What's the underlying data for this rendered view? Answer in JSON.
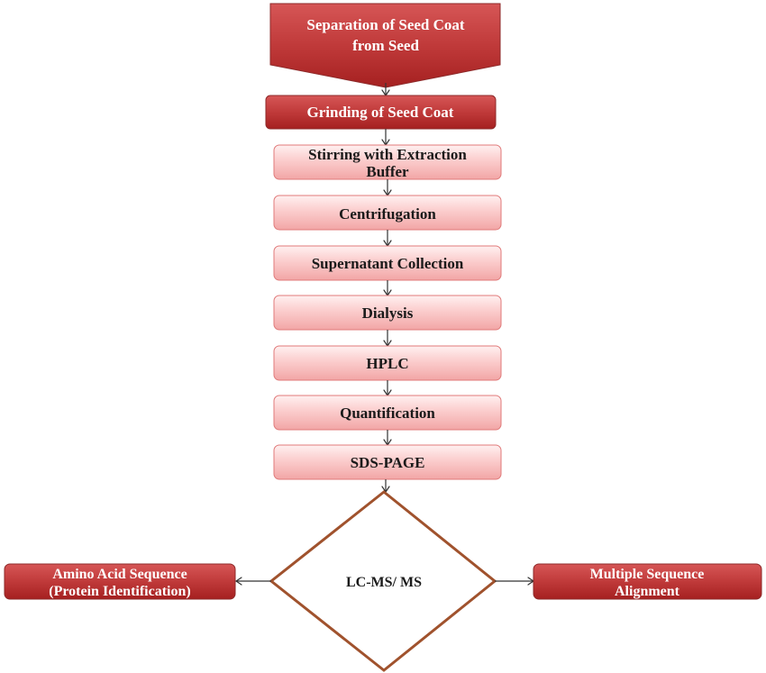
{
  "diagram": {
    "top_step": {
      "line1": "Separation of Seed Coat",
      "line2": "from Seed"
    },
    "grinding": {
      "label": "Grinding of Seed Coat"
    },
    "steps": [
      {
        "line1": "Stirring with Extraction",
        "line2": "Buffer"
      },
      {
        "line1": "Centrifugation",
        "line2": ""
      },
      {
        "line1": "Supernatant Collection",
        "line2": ""
      },
      {
        "line1": "Dialysis",
        "line2": ""
      },
      {
        "line1": "HPLC",
        "line2": ""
      },
      {
        "line1": "Quantification",
        "line2": ""
      },
      {
        "line1": "SDS-PAGE",
        "line2": ""
      }
    ],
    "decision": {
      "label": "LC-MS/ MS"
    },
    "left_output": {
      "line1": "Amino Acid Sequence",
      "line2": "(Protein Identification)"
    },
    "right_output": {
      "line1": "Multiple Sequence",
      "line2": "Alignment"
    }
  },
  "colors": {
    "dark_red_top": "#d65656",
    "dark_red_bottom": "#a52020",
    "pink_top": "#fff0f0",
    "pink_bottom": "#f2a6a6",
    "diamond_stroke": "#a0522d"
  }
}
